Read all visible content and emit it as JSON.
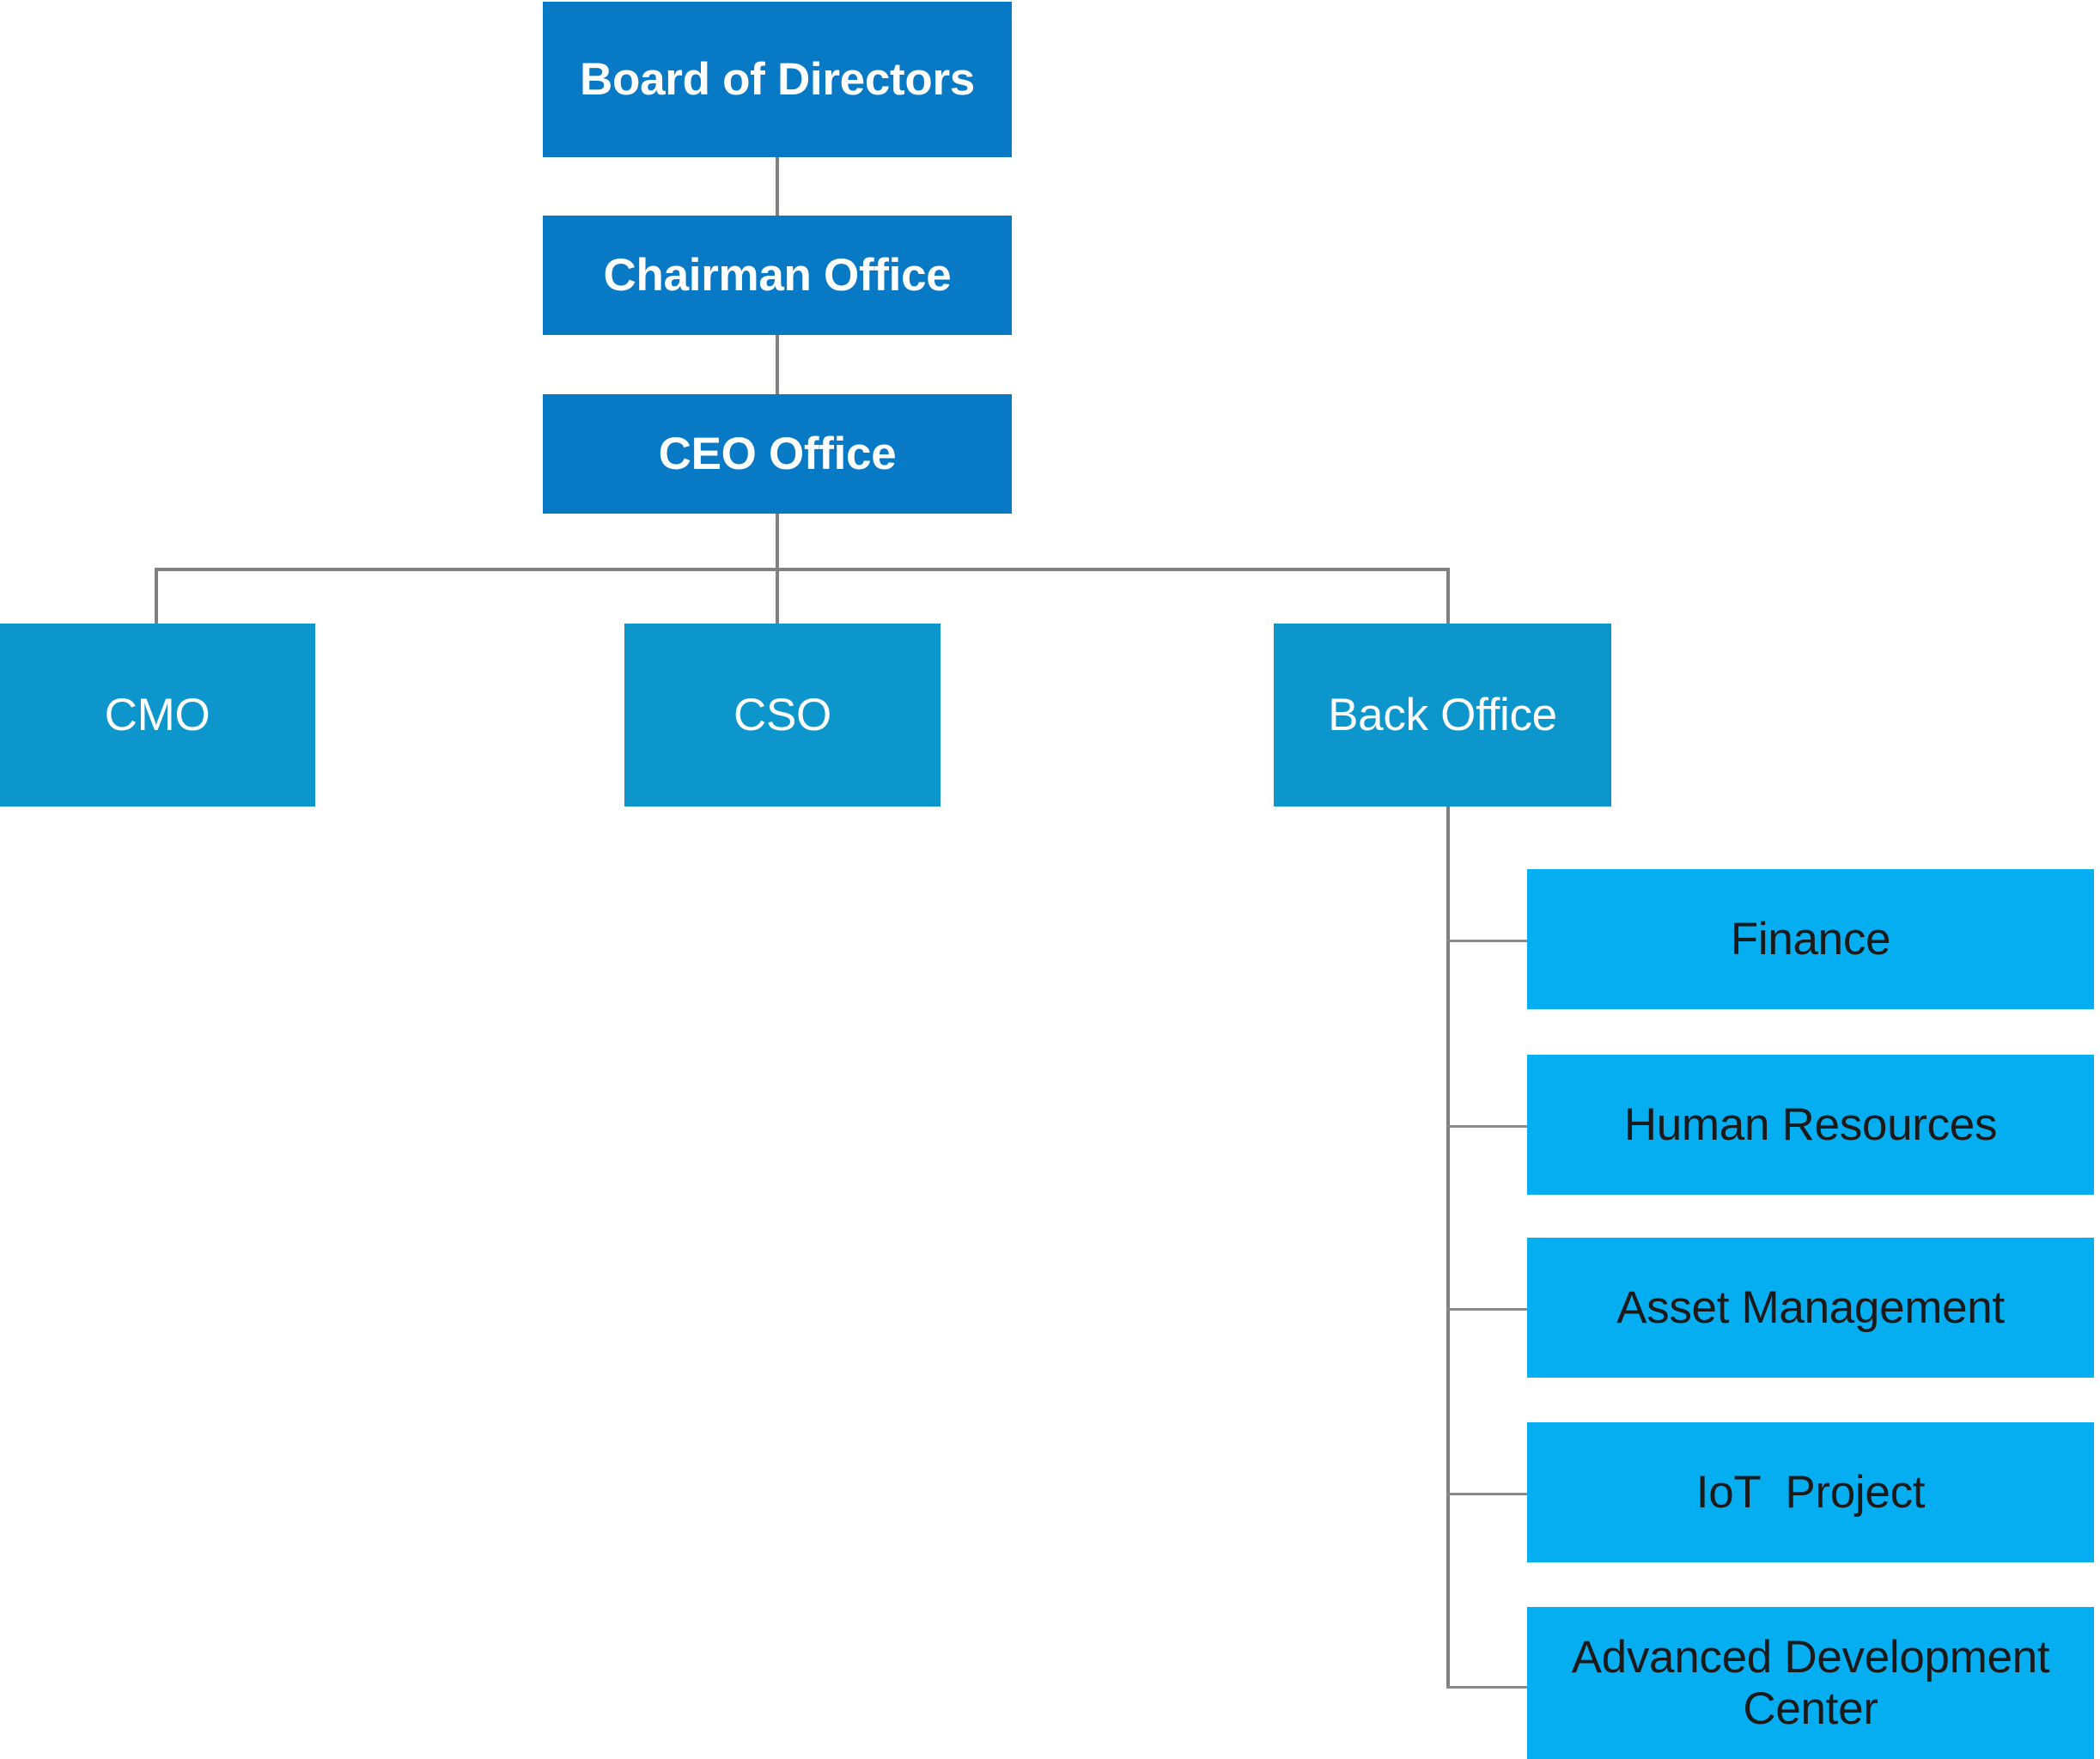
{
  "chart_data": {
    "type": "diagram",
    "diagram_type": "organization-chart",
    "title": "",
    "orientation": "top-down with right-side vertical branch",
    "colors": {
      "executive_box": "#0879c4",
      "officer_box": "#0d96cc",
      "department_box": "#05aef0",
      "executive_text": "#ffffff",
      "officer_text": "#ffffff",
      "department_text": "#1a1a1a",
      "connector_line": "#808080",
      "background": "#ffffff"
    },
    "nodes": [
      {
        "id": "board",
        "label": "Board of Directors",
        "tier": 1,
        "parent": null
      },
      {
        "id": "chairman",
        "label": "Chairman Office",
        "tier": 1,
        "parent": "board"
      },
      {
        "id": "ceo",
        "label": "CEO Office",
        "tier": 1,
        "parent": "chairman"
      },
      {
        "id": "cmo",
        "label": "CMO",
        "tier": 2,
        "parent": "ceo"
      },
      {
        "id": "cso",
        "label": "CSO",
        "tier": 2,
        "parent": "ceo"
      },
      {
        "id": "backoffice",
        "label": "Back Office",
        "tier": 2,
        "parent": "ceo"
      },
      {
        "id": "finance",
        "label": "Finance",
        "tier": 3,
        "parent": "backoffice"
      },
      {
        "id": "hr",
        "label": "Human Resources",
        "tier": 3,
        "parent": "backoffice"
      },
      {
        "id": "asset",
        "label": "Asset Management",
        "tier": 3,
        "parent": "backoffice"
      },
      {
        "id": "iot",
        "label": "IoT  Project",
        "tier": 3,
        "parent": "backoffice"
      },
      {
        "id": "adc",
        "label": "Advanced Development Center",
        "tier": 3,
        "parent": "backoffice"
      }
    ],
    "edges": [
      {
        "from": "board",
        "to": "chairman"
      },
      {
        "from": "chairman",
        "to": "ceo"
      },
      {
        "from": "ceo",
        "to": "cmo"
      },
      {
        "from": "ceo",
        "to": "cso"
      },
      {
        "from": "ceo",
        "to": "backoffice"
      },
      {
        "from": "backoffice",
        "to": "finance"
      },
      {
        "from": "backoffice",
        "to": "hr"
      },
      {
        "from": "backoffice",
        "to": "asset"
      },
      {
        "from": "backoffice",
        "to": "iot"
      },
      {
        "from": "backoffice",
        "to": "adc"
      }
    ]
  },
  "executive": {
    "board_label": "Board of Directors",
    "chairman_label": "Chairman Office",
    "ceo_label": "CEO Office"
  },
  "officers": {
    "cmo_label": "CMO",
    "cso_label": "CSO",
    "back_office_label": "Back Office"
  },
  "departments": {
    "finance_label": "Finance",
    "human_resources_label": "Human Resources",
    "asset_management_label": "Asset Management",
    "iot_project_label": "IoT  Project",
    "advanced_development_center_label": "Advanced Development Center"
  }
}
